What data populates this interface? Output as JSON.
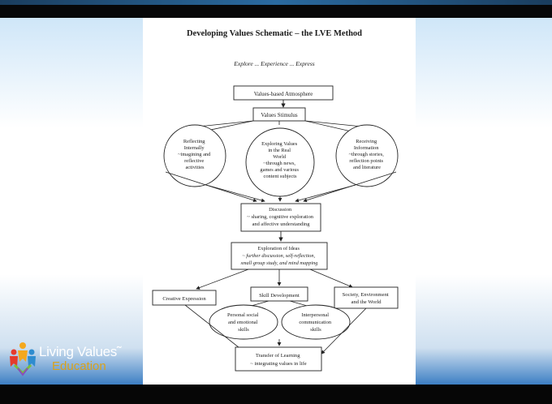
{
  "diagram": {
    "title": "Developing Values Schematic  –  the LVE Method",
    "subtitle": "Explore ... Experience ... Express",
    "atmosphere": "Values-based Atmosphere",
    "stimulus": "Values Stimulus",
    "reflecting": [
      "Reflecting",
      "Internally",
      "~imagining and",
      "reflective",
      "activities"
    ],
    "exploring": [
      "Exploring Values",
      "in the Real",
      "World",
      "~through news,",
      "games and various",
      "content subjects"
    ],
    "receiving": [
      "Receiving",
      "Information",
      "~through stories,",
      "reflection points",
      "and literature"
    ],
    "discussion": [
      "Discussion",
      "~ sharing, cognitive exploration",
      "and affective understanding"
    ],
    "exploration": [
      "Exploration of Ideas",
      "~ further discussion, self-reflection,",
      "small group study, and mind mapping"
    ],
    "creative": "Creative Expression",
    "skill": "Skill Development",
    "society": [
      "Society, Environment",
      "and the World"
    ],
    "personal": [
      "Personal social",
      "and emotional",
      "skills"
    ],
    "interpersonal": [
      "Interpersonal",
      "communication",
      "skills"
    ],
    "transfer": [
      "Transfer of Learning",
      "~ integrating values in life"
    ]
  },
  "logo": {
    "line1": "Living Values˜",
    "line2": "Education",
    "colors": [
      "#e53b2c",
      "#f4a81d",
      "#7bbf3a",
      "#2e8ccf",
      "#8a4fb8"
    ]
  }
}
